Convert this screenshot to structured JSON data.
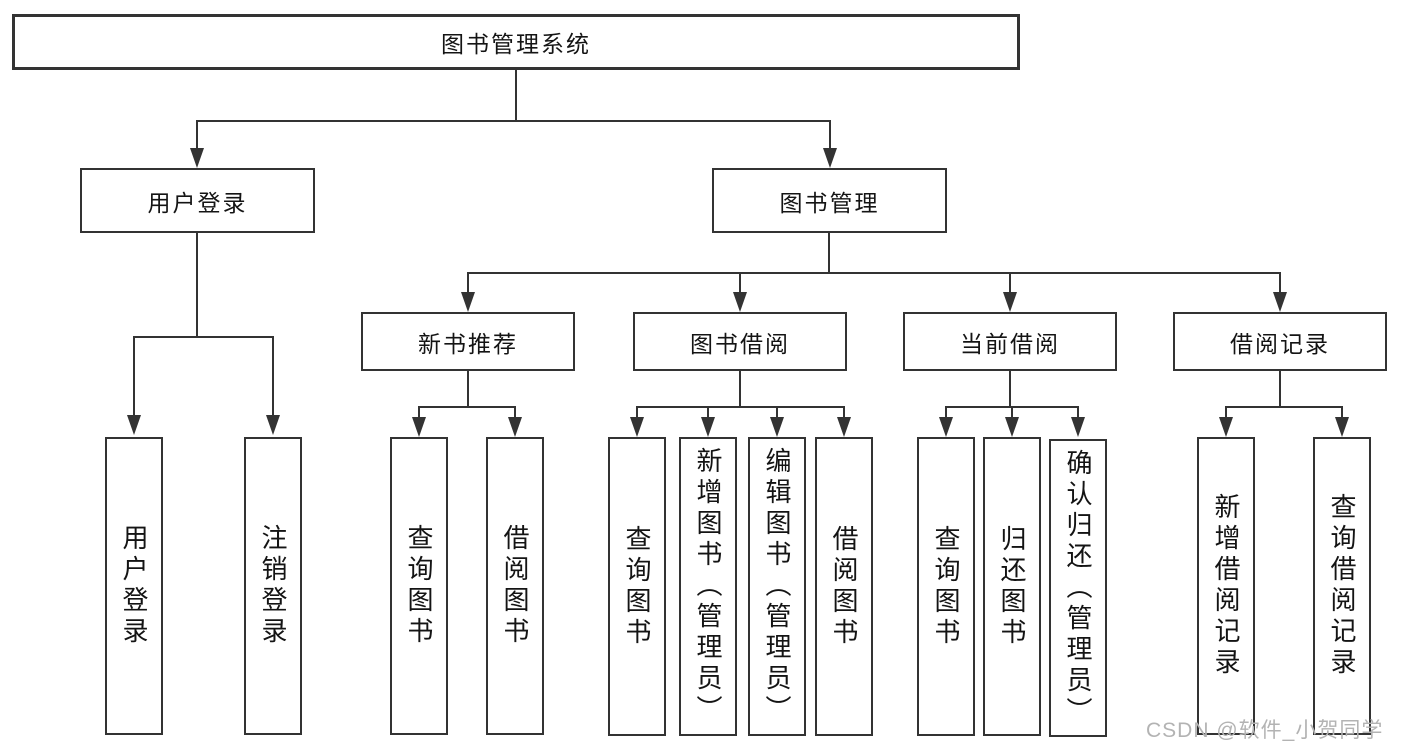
{
  "diagram": {
    "title": "图书管理系统",
    "type": "hierarchy-tree",
    "colors": {
      "line": "#333333",
      "text": "#141414",
      "background": "#ffffff",
      "watermark": "#b3b3b3"
    },
    "nodes": {
      "root": "图书管理系统",
      "user_login": "用户登录",
      "book_mgmt": "图书管理",
      "leaf_user_login": "用户登录",
      "leaf_logout": "注销登录",
      "new_books": "新书推荐",
      "book_borrow": "图书借阅",
      "current_borrow": "当前借阅",
      "borrow_records": "借阅记录",
      "nb_query": "查询图书",
      "nb_borrow": "借阅图书",
      "bb_query": "查询图书",
      "bb_add": "新增图书（管理员）",
      "bb_edit": "编辑图书（管理员）",
      "bb_borrow": "借阅图书",
      "cb_query": "查询图书",
      "cb_return": "归还图书",
      "cb_confirm": "确认归还（管理员）",
      "br_add": "新增借阅记录",
      "br_query": "查询借阅记录"
    },
    "edges": [
      [
        "图书管理系统",
        "用户登录"
      ],
      [
        "图书管理系统",
        "图书管理"
      ],
      [
        "用户登录",
        "用户登录(叶)"
      ],
      [
        "用户登录",
        "注销登录"
      ],
      [
        "图书管理",
        "新书推荐"
      ],
      [
        "图书管理",
        "图书借阅"
      ],
      [
        "图书管理",
        "当前借阅"
      ],
      [
        "图书管理",
        "借阅记录"
      ],
      [
        "新书推荐",
        "查询图书"
      ],
      [
        "新书推荐",
        "借阅图书"
      ],
      [
        "图书借阅",
        "查询图书"
      ],
      [
        "图书借阅",
        "新增图书（管理员）"
      ],
      [
        "图书借阅",
        "编辑图书（管理员）"
      ],
      [
        "图书借阅",
        "借阅图书"
      ],
      [
        "当前借阅",
        "查询图书"
      ],
      [
        "当前借阅",
        "归还图书"
      ],
      [
        "当前借阅",
        "确认归还（管理员）"
      ],
      [
        "借阅记录",
        "新增借阅记录"
      ],
      [
        "借阅记录",
        "查询借阅记录"
      ]
    ],
    "watermark": "CSDN @软件_小贺同学"
  }
}
